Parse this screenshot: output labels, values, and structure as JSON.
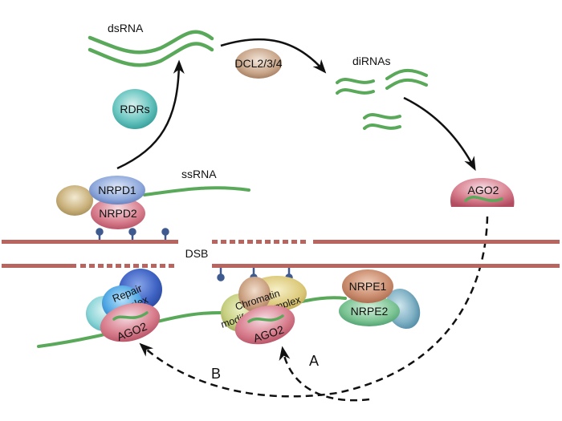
{
  "figure": {
    "labels": {
      "dsRNA": "dsRNA",
      "RDRs": "RDRs",
      "DCL": "DCL2/3/4",
      "diRNAs": "diRNAs",
      "AGO2_top": "AGO2",
      "ssRNA": "ssRNA",
      "NRPD1": "NRPD1",
      "NRPD2": "NRPD2",
      "DSB": "DSB",
      "repair_line1": "Repair",
      "repair_line2": "complex",
      "AGO2_left": "AGO2",
      "chromatin_line1": "Chromatin",
      "chromatin_line2": "modifying complex",
      "AGO2_mid": "AGO2",
      "NRPE1": "NRPE1",
      "NRPE2": "NRPE2",
      "pathway_A": "A",
      "pathway_B": "B"
    },
    "colors": {
      "rna_green": "#5aa95a",
      "dna_red": "#b8645f",
      "methyl_blue": "#3f5a8f",
      "arrow_black": "#111111"
    }
  }
}
